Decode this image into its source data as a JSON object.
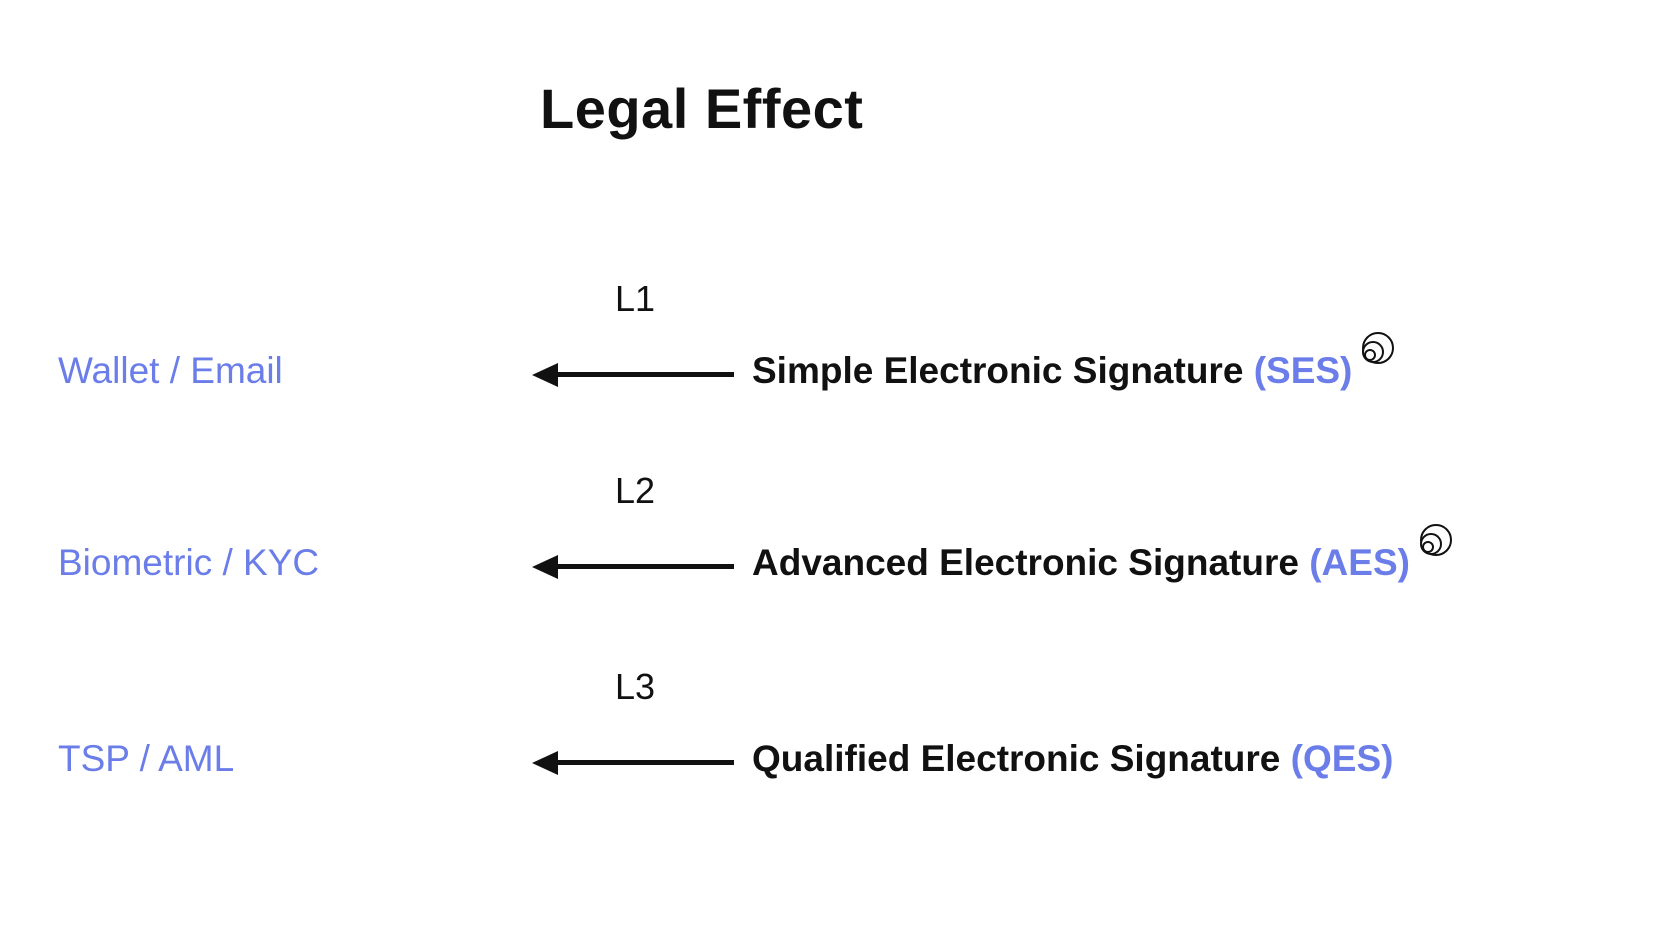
{
  "title": "Legal Effect",
  "colors": {
    "accent": "#6b7de9",
    "text": "#111111",
    "background": "#ffffff"
  },
  "rows": [
    {
      "method": "Wallet / Email",
      "level": "L1",
      "name": "Simple Electronic Signature",
      "acronym": "(SES)",
      "icon": "concentric-circles"
    },
    {
      "method": "Biometric / KYC",
      "level": "L2",
      "name": "Advanced Electronic Signature",
      "acronym": "(AES)",
      "icon": "concentric-circles"
    },
    {
      "method": "TSP / AML",
      "level": "L3",
      "name": "Qualified Electronic Signature",
      "acronym": "(QES)",
      "icon": ""
    }
  ]
}
